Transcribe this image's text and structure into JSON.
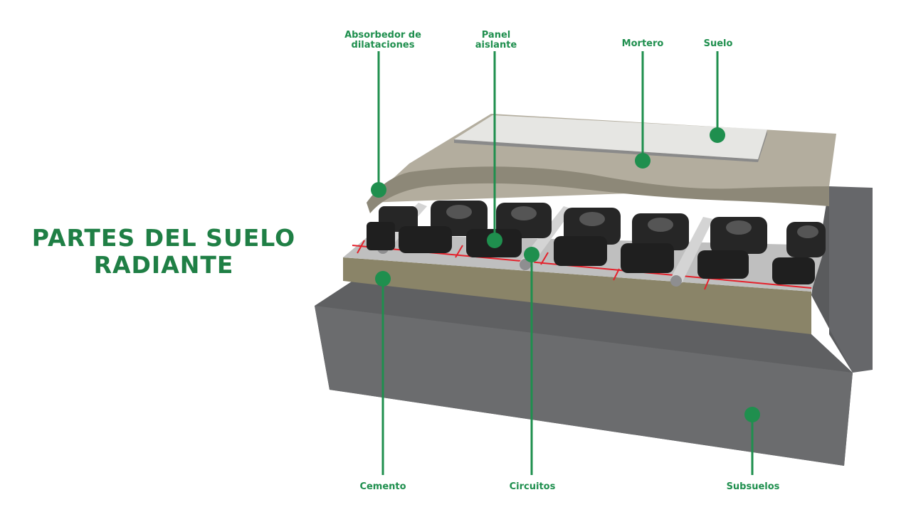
{
  "title": {
    "line1": "PARTES DEL SUELO",
    "line2": "RADIANTE"
  },
  "colors": {
    "accent": "#1f8f4e",
    "subsuelo": "#6b6c6e",
    "cemento": "#8a8468",
    "mortero": "#b3ad9e",
    "suelo": "#e6e6e3",
    "panel": "#2a2a2a",
    "pipe": "#d4d4d4",
    "circuit_line": "#e4212b"
  },
  "labels": {
    "absorbedor": "Absorbedor de\ndilataciones",
    "panel": "Panel\naislante",
    "mortero": "Mortero",
    "suelo": "Suelo",
    "cemento": "Cemento",
    "circuitos": "Circuitos",
    "subsuelos": "Subsuelos"
  }
}
